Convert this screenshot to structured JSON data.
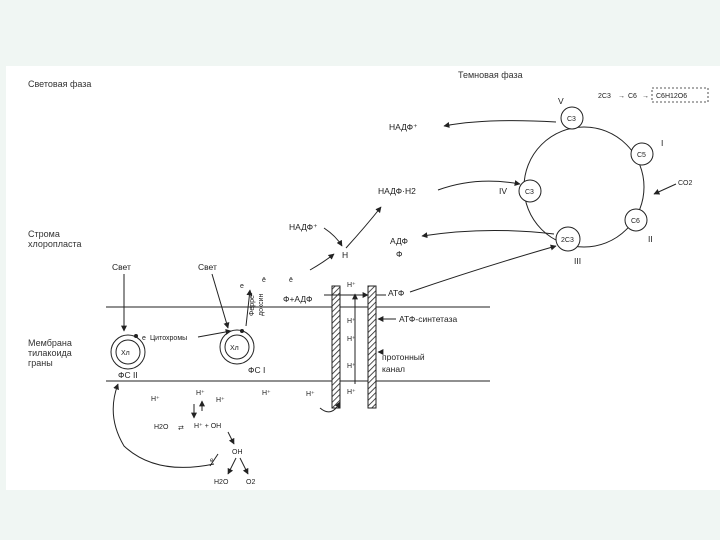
{
  "headings": {
    "light_phase": "Световая фаза",
    "dark_phase": "Темновая фаза",
    "stroma": [
      "Строма",
      "хлоропласта"
    ],
    "membrane": [
      "Мембрана",
      "тилакоида",
      "граны"
    ]
  },
  "cycle": {
    "roman": [
      "I",
      "II",
      "III",
      "IV",
      "V"
    ],
    "nodes": {
      "c3_top": "C3",
      "c5": "C5",
      "c6": "C6",
      "two_c3": "2C3",
      "c3_left": "C3"
    },
    "glucose_chain": {
      "part1": "2C3",
      "arrow": "→",
      "part2": "C6",
      "arrow2": "→",
      "product": "C6H12O6"
    },
    "co2": "CO2"
  },
  "molecules": {
    "nadp_plus_top": "НАДФ⁺",
    "nadp_h2": "НАДФ·H2",
    "nadp_plus_stroma": "НАДФ⁺",
    "h": "Н",
    "adp": "АДФ",
    "f": "Ф",
    "atf": "АТФ",
    "f_plus_adp": "Ф+АДФ",
    "e_minus_1": "e",
    "e_minus_2": "ē",
    "e_minus_3": "ē"
  },
  "membrane_labels": {
    "light_1": "Свет",
    "light_2": "Свет",
    "cytochromes": "Цитохромы",
    "ferredoxin": [
      "Ферре-",
      "доксин"
    ],
    "chl_1": "Хл",
    "chl_2": "Хл",
    "ps2": "ФС II",
    "ps1": "ФС I",
    "e_label": "e",
    "atp_synthase": "АТФ-синтетаза",
    "proton_channel": [
      "протонный",
      "канал"
    ]
  },
  "protons": [
    "H⁺",
    "H⁺",
    "H⁺",
    "H⁺",
    "H⁺",
    "H⁺",
    "H⁺",
    "H⁺",
    "H⁺",
    "H⁺"
  ],
  "water": {
    "h2o": "H2O",
    "equilibrium": "⇄",
    "h_oh": "H⁺ + OH",
    "oh": "OH",
    "e": "e",
    "h2o_out": "H2O",
    "o2": "O2"
  }
}
